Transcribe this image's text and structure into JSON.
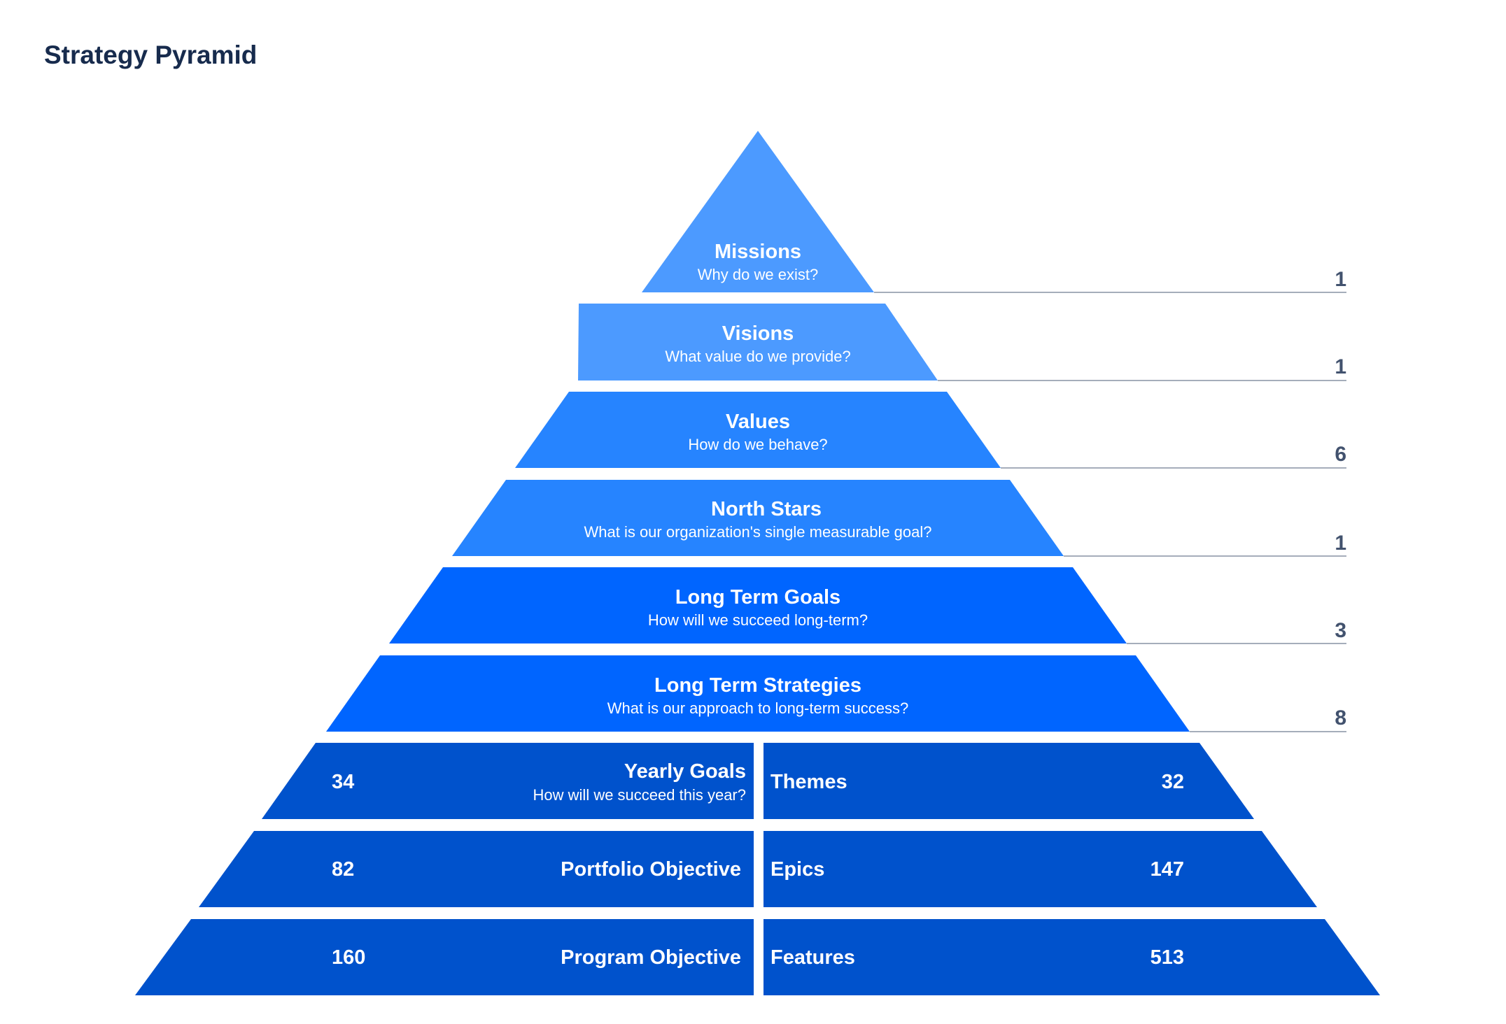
{
  "title": "Strategy Pyramid",
  "colors": {
    "light": "#4c9aff",
    "medium": "#2684ff",
    "strong": "#0065ff",
    "dark": "#0052cc",
    "leader": "#a5adba",
    "title": "#172b4d",
    "count_side": "#42526e"
  },
  "levels": [
    {
      "title": "Missions",
      "subtitle": "Why do we exist?",
      "count": "1",
      "color": "#4c9aff"
    },
    {
      "title": "Visions",
      "subtitle": "What value do we provide?",
      "count": "1",
      "color": "#4c9aff"
    },
    {
      "title": "Values",
      "subtitle": "How do we behave?",
      "count": "6",
      "color": "#2684ff"
    },
    {
      "title": "North Stars",
      "subtitle": "What is our organization's single measurable goal?",
      "count": "1",
      "color": "#2684ff"
    },
    {
      "title": "Long Term Goals",
      "subtitle": "How will we succeed long-term?",
      "count": "3",
      "color": "#0065ff"
    },
    {
      "title": "Long Term Strategies",
      "subtitle": "What is our approach to long-term success?",
      "count": "8",
      "color": "#0065ff"
    }
  ],
  "split_levels": [
    {
      "left": {
        "title": "Yearly Goals",
        "subtitle": "How will we succeed this year?",
        "count": "34"
      },
      "right": {
        "title": "Themes",
        "count": "32"
      },
      "color": "#0052cc"
    },
    {
      "left": {
        "title": "Portfolio Objective",
        "subtitle": "",
        "count": "82"
      },
      "right": {
        "title": "Epics",
        "count": "147"
      },
      "color": "#0052cc"
    },
    {
      "left": {
        "title": "Program Objective",
        "subtitle": "",
        "count": "160"
      },
      "right": {
        "title": "Features",
        "count": "513"
      },
      "color": "#0052cc"
    }
  ]
}
